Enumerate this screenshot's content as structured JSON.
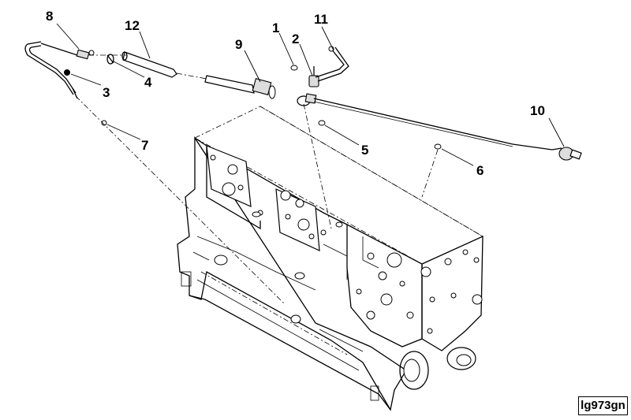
{
  "callouts": [
    {
      "id": "c1",
      "text": "1"
    },
    {
      "id": "c2",
      "text": "2"
    },
    {
      "id": "c3",
      "text": "3"
    },
    {
      "id": "c4",
      "text": "4"
    },
    {
      "id": "c5",
      "text": "5"
    },
    {
      "id": "c6",
      "text": "6"
    },
    {
      "id": "c7",
      "text": "7"
    },
    {
      "id": "c8",
      "text": "8"
    },
    {
      "id": "c9",
      "text": "9"
    },
    {
      "id": "c10",
      "text": "10"
    },
    {
      "id": "c11",
      "text": "11"
    },
    {
      "id": "c12",
      "text": "12"
    }
  ],
  "figure_ref": "lg973gn"
}
